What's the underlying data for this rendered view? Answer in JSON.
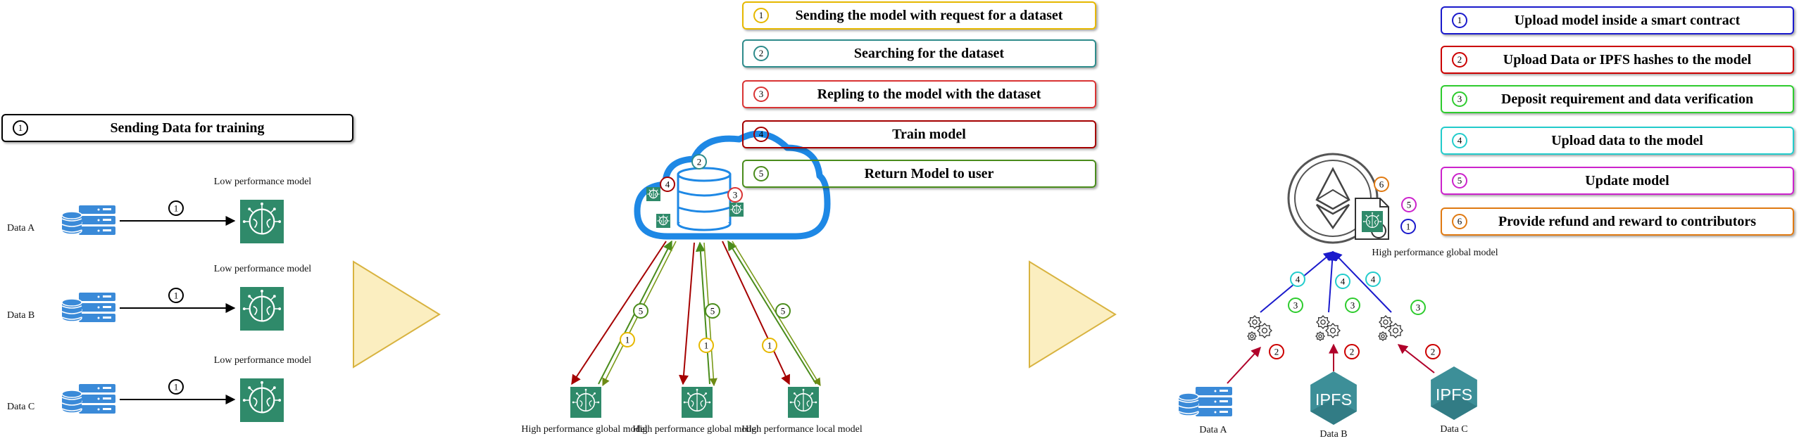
{
  "colors": {
    "black": "#000000",
    "yellow": "#e6b800",
    "teal": "#2e8b8b",
    "red": "#d93434",
    "darkred": "#a50000",
    "green": "#4a8c1c",
    "blue": "#1a1acc",
    "brightred": "#cc0000",
    "lime": "#2ecc2e",
    "cyan": "#22cccc",
    "magenta": "#cc22cc",
    "orange": "#e07a12",
    "triangle_fill": "#fbeec0",
    "triangle_stroke": "#d8b340",
    "model_green": "#2f8a6a",
    "server_blue": "#3a8ad8",
    "cloud_blue": "#1e88e5",
    "ipfs_teal": "#3d8f98"
  },
  "panel1": {
    "title_num": "1",
    "title": "Sending Data for training",
    "rows": [
      {
        "data_label": "Data A",
        "model_label": "Low performance model",
        "step": "1"
      },
      {
        "data_label": "Data B",
        "model_label": "Low performance model",
        "step": "1"
      },
      {
        "data_label": "Data C",
        "model_label": "Low performance model",
        "step": "1"
      }
    ]
  },
  "panel2": {
    "steps": [
      {
        "num": "1",
        "text": "Sending the model with request for a dataset"
      },
      {
        "num": "2",
        "text": "Searching for the dataset"
      },
      {
        "num": "3",
        "text": "Repling to the model with the dataset"
      },
      {
        "num": "4",
        "text": "Train model"
      },
      {
        "num": "5",
        "text": "Return Model to user"
      }
    ],
    "cloud_badges": [
      "2",
      "4",
      "3"
    ],
    "models": [
      "High performance global model",
      "High performance global model",
      "High performance local model"
    ],
    "arrow_badges": [
      "5",
      "1"
    ]
  },
  "panel3": {
    "steps": [
      {
        "num": "1",
        "text": "Upload model inside a smart contract"
      },
      {
        "num": "2",
        "text": "Upload Data or IPFS hashes to the model"
      },
      {
        "num": "3",
        "text": "Deposit requirement and data verification"
      },
      {
        "num": "4",
        "text": "Upload data to the model"
      },
      {
        "num": "5",
        "text": "Update model"
      },
      {
        "num": "6",
        "text": "Provide refund and reward to contributors"
      }
    ],
    "contract_badges": [
      "6",
      "5",
      "1"
    ],
    "global_model_label": "High performance global model",
    "sources": [
      {
        "label": "Data A",
        "kind": "server"
      },
      {
        "label": "Data B",
        "kind": "ipfs",
        "ipfs_text": "IPFS"
      },
      {
        "label": "Data C",
        "kind": "ipfs",
        "ipfs_text": "IPFS"
      }
    ],
    "badges": [
      "4",
      "3",
      "2"
    ]
  }
}
